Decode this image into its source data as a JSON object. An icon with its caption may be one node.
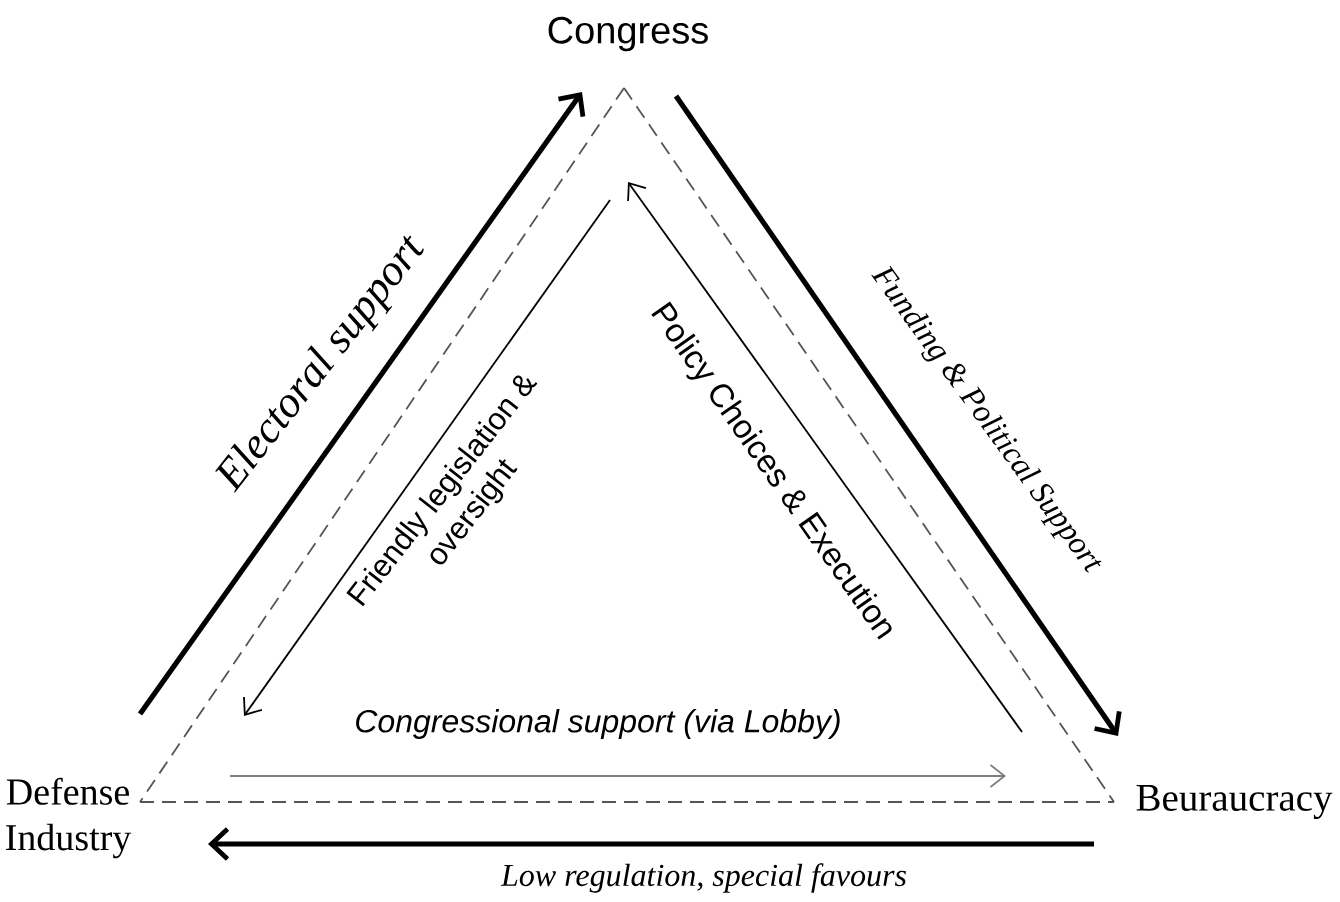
{
  "diagram": {
    "nodes": [
      {
        "text": [
          "Congress"
        ]
      },
      {
        "text": [
          "Defense Industry"
        ]
      },
      {
        "text": [
          "Beuraucracy"
        ]
      }
    ],
    "edges": [
      {
        "from": 1,
        "to": 0,
        "arrow": "to",
        "label": "Electoral support",
        "style": "thick"
      },
      {
        "from": 0,
        "to": 2,
        "arrow": "to",
        "label": "Funding & Political Support",
        "style": "thick"
      },
      {
        "from": 2,
        "to": 1,
        "arrow": "to",
        "label": "Low regulation, special favours",
        "style": "thick"
      },
      {
        "from": 0,
        "to": 1,
        "arrow": "to",
        "label": "Friendly legislation & oversight"
      },
      {
        "from": 2,
        "to": 0,
        "arrow": "to",
        "label": "Policy Choices & Execution"
      },
      {
        "from": 1,
        "to": 2,
        "arrow": "to",
        "label": "Congressional support (via Lobby)",
        "color": "#808080"
      },
      {
        "from": 0,
        "to": 1,
        "arrow": "none",
        "style": "dashed",
        "color": "#555555"
      },
      {
        "from": 0,
        "to": 2,
        "arrow": "none",
        "style": "dashed",
        "color": "#555555"
      },
      {
        "from": 1,
        "to": 2,
        "arrow": "none",
        "style": "dashed",
        "color": "#555555"
      }
    ]
  }
}
